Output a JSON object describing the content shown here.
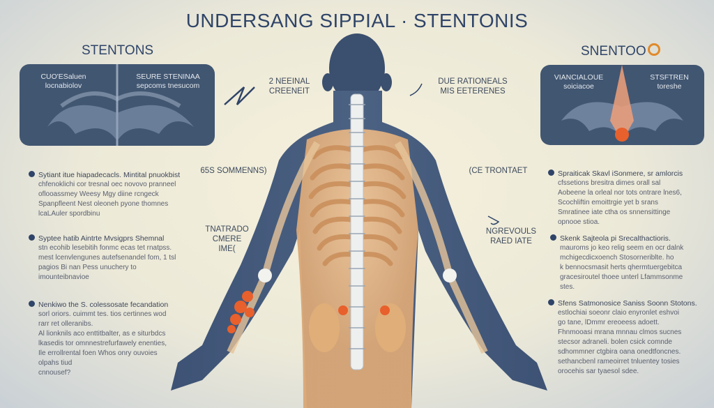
{
  "title": "UNDERSANG SIPPIAL · STENTONIS",
  "left": {
    "heading": "STENTONS",
    "panel": {
      "label_left": "CUO'ESaluen\nlocnabiolov",
      "label_right": "SEURE STENINAA\nsepcoms tnesucom"
    },
    "bullets": [
      {
        "head": "Sytiant itue hiapadecacls. Mintital pnuokbist",
        "lines": [
          "chfenoklichi cor tresnal oec novovo pranneel",
          "oflooassmey Weesy Mgy diine rcngeck",
          "Spanpfleent Nest oleoneh pyone thomnes",
          "lcaLAuler spordbinu"
        ]
      },
      {
        "head": "Syptee hatib Aintrte Mvsigprs Shemnal",
        "lines": [
          "stn ecohib lesebitih fonmc ecas tet rnatpss.",
          "mest lcenvlengunes autefsenandel fom, 1 tsl",
          "pagios Bi nan Pess unuchery to",
          "imounteibnavioe"
        ]
      },
      {
        "head": "Nenkiwo the S. colessosate fecandation",
        "lines": [
          "sorl oriors. cuimmt tes. tios certinnes wod",
          "rarr ret olleranibs.",
          "Al lionknils aco enttitbalter, as e siturbdcs",
          "lkasedis tor omnnestrefurfawely enenties,",
          "Ile errollrental foen Whos onry ouvoies",
          "olpahs tiud",
          "cnnousef?"
        ]
      }
    ]
  },
  "right": {
    "heading": "SNENTOO",
    "panel": {
      "label_left": "VIANCIALOUE\nsoiciacoe",
      "label_right": "STSFTREN\ntoreshe"
    },
    "bullets": [
      {
        "head": "Spraiticak Skavl iSonmere, sr amlorcis",
        "lines": [
          "cfssetions bresitra dimes orall sal",
          "Aobeene la orleal nor tots ontrare lnes6,",
          "Scochliftin emoittrgie yet b srans",
          "Smratinee iate ctha os snnensittinge",
          "opnooe stioa."
        ]
      },
      {
        "head": "Skenk Sajteola pi Srecalthactioris.",
        "lines": [
          "mauroms jo keo relig seem en ocr dalnk",
          "mchigecdicxoench Stosorneriblte. ho",
          "k bennocsmasit herts qhermtuergebitca",
          "gracesiroutel thoee unterl Lfammsonme",
          "stes."
        ]
      },
      {
        "head": "Sfens Satmonosice Saniss Soonn Stotons.",
        "lines": [
          "estlochiai soeonr claio enyronlet eshvoi",
          "go tane, lDmmr ereoeess adoett.",
          "Fhnmooasi mrana mnnau clmos sucnes",
          "stecsor adraneli. bolen csick comnde",
          "sdhommner ctgbira oana onedtfoncnes.",
          "sethancbenl rameoirret tnluentey tosies",
          "orocehis sar tyaesol sdee."
        ]
      }
    ]
  },
  "callouts": {
    "top_left": "2 NEEINAL\nCREENEIT",
    "top_right": "DUE RATIONEALS\nMIS EETERENES",
    "mid_left": "65S SOMMENNS)",
    "mid_right": "(CE TRONTAET",
    "low_left": "TNATRADO\nCMERE\nIME(",
    "low_right": "NGREVOULS\nRAED IATE"
  },
  "colors": {
    "navy": "#2f4468",
    "panel": "#415671",
    "bone": "#e3bf8e",
    "inflammation": "#e8602c"
  }
}
